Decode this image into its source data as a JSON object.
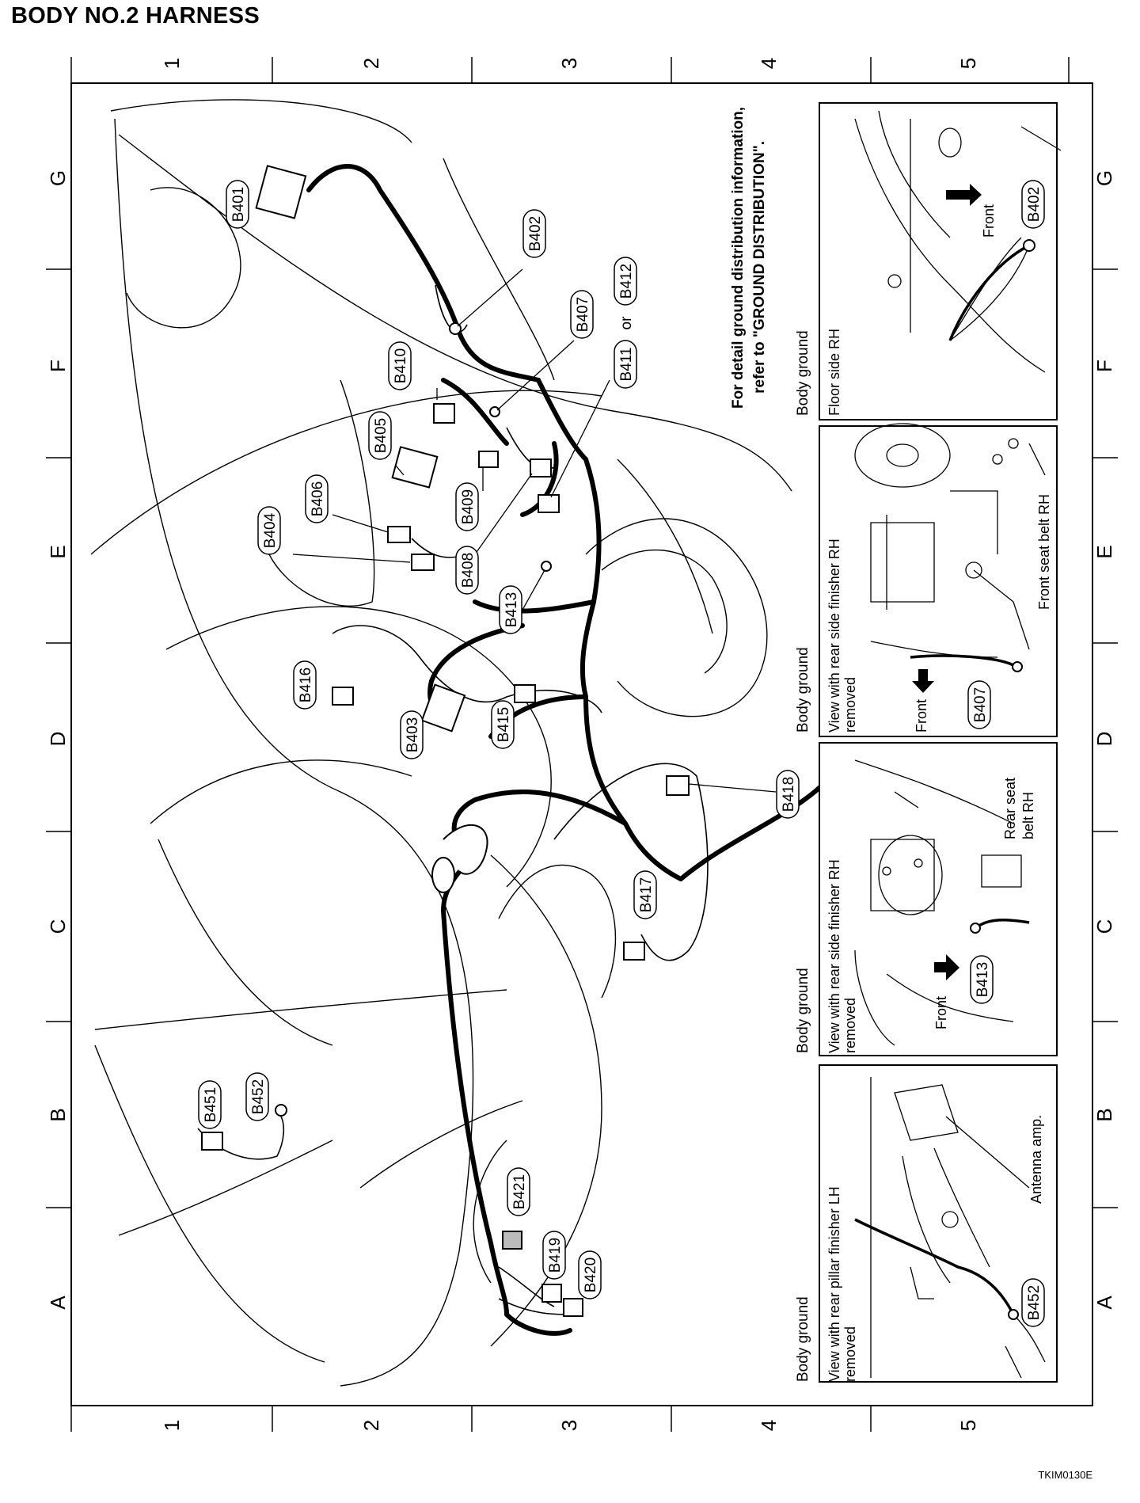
{
  "title": "BODY NO.2 HARNESS",
  "footer_code": "TKIM0130E",
  "grid": {
    "numbers": [
      "1",
      "2",
      "3",
      "4",
      "5"
    ],
    "letters": [
      "A",
      "B",
      "C",
      "D",
      "E",
      "F",
      "G"
    ]
  },
  "notes": {
    "ground_line1": "For detail ground distribution information,",
    "ground_line2": "refer to \"GROUND DISTRIBUTION\"."
  },
  "connectors": {
    "B401": "B401",
    "B402": "B402",
    "B403": "B403",
    "B404": "B404",
    "B405": "B405",
    "B406": "B406",
    "B407": "B407",
    "B408": "B408",
    "B409": "B409",
    "B410": "B410",
    "B411": "B411",
    "B412": "B412",
    "B413": "B413",
    "B415": "B415",
    "B416": "B416",
    "B417": "B417",
    "B418": "B418",
    "B419": "B419",
    "B420": "B420",
    "B421": "B421",
    "B451": "B451",
    "B452": "B452"
  },
  "or_text": "or",
  "panels": {
    "p1": {
      "header": "Body ground",
      "line1": "View with rear pillar finisher LH",
      "line2": "removed",
      "callout": "Antenna amp.",
      "conn": "B452"
    },
    "p2": {
      "header": "Body ground",
      "line1": "View with rear side finisher RH",
      "line2": "removed",
      "front": "Front",
      "callout": "Rear seat",
      "callout2": "belt RH",
      "conn": "B413"
    },
    "p3": {
      "header": "Body ground",
      "line1": "View with rear side finisher RH",
      "line2": "removed",
      "front": "Front",
      "callout": "Front seat belt RH",
      "conn": "B407"
    },
    "p4": {
      "header": "Body ground",
      "line1": "Floor side RH",
      "front": "Front",
      "conn": "B402"
    }
  }
}
